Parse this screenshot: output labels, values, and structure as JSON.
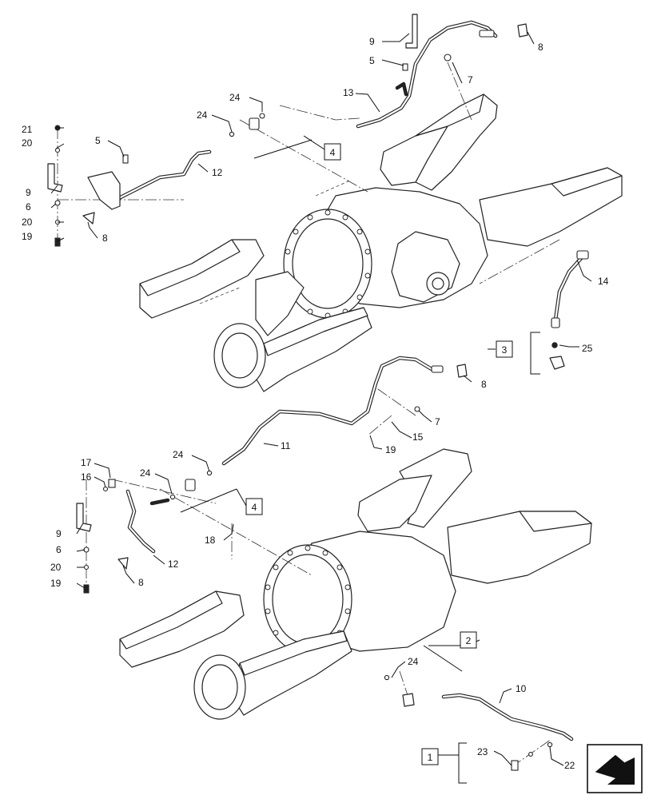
{
  "callouts": {
    "c9_top": "9",
    "c5_top": "5",
    "c8_top": "8",
    "c7_top": "7",
    "c13": "13",
    "c24_a": "24",
    "c24_b": "24",
    "c21": "21",
    "c20_a": "20",
    "c5_left": "5",
    "c12_top": "12",
    "c9_left": "9",
    "c6_top": "6",
    "c20_b": "20",
    "c19_top": "19",
    "c8_left": "8",
    "c14": "14",
    "c25": "25",
    "c8_mid": "8",
    "c7_mid": "7",
    "c11": "11",
    "c15": "15",
    "c19_mid": "19",
    "c24_c": "24",
    "c17": "17",
    "c16": "16",
    "c24_d": "24",
    "c9_bot": "9",
    "c6_bot": "6",
    "c12_bot": "12",
    "c8_bot": "8",
    "c20_c": "20",
    "c19_bot": "19",
    "c18": "18",
    "c24_e": "24",
    "c10": "10",
    "c23": "23",
    "c22": "22"
  },
  "boxes": {
    "b4_top": "4",
    "b3": "3",
    "b4_bot": "4",
    "b2": "2",
    "b1": "1"
  },
  "nav_icon": "next-page-arrow-icon"
}
